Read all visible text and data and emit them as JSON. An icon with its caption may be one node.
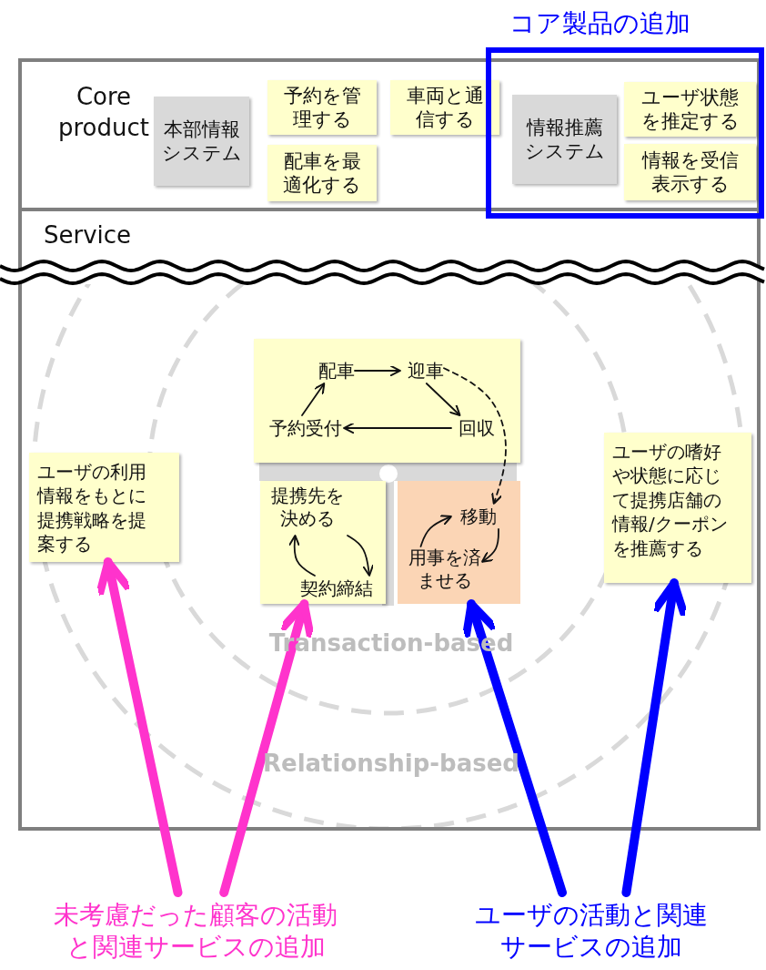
{
  "diagram": {
    "nodes": [
      {
        "text": [
          "Core product"
        ]
      },
      {
        "text": [
          "Service"
        ]
      },
      {
        "text": [
          "本部情報システム"
        ],
        "in": 0
      },
      {
        "text": [
          "予約を管理する"
        ],
        "in": 0
      },
      {
        "text": [
          "配車を最適化する"
        ],
        "in": 0
      },
      {
        "text": [
          "車両と通信する"
        ],
        "in": 0
      },
      {
        "text": [
          "コア製品の追加"
        ]
      },
      {
        "text": [
          "情報推薦システム"
        ],
        "in": 6
      },
      {
        "text": [
          "ユーザ状態を推定する"
        ],
        "in": 6
      },
      {
        "text": [
          "情報を受信表示する"
        ],
        "in": 6
      },
      {
        "text": [],
        "shape": "box",
        "in": 1
      },
      {
        "text": [
          "配車"
        ],
        "in": 10
      },
      {
        "text": [
          "迎車"
        ],
        "in": 10
      },
      {
        "text": [
          "回収"
        ],
        "in": 10
      },
      {
        "text": [
          "予約受付"
        ],
        "in": 10
      },
      {
        "text": [],
        "shape": "box",
        "in": 1
      },
      {
        "text": [
          "提携先を決める"
        ],
        "in": 15
      },
      {
        "text": [
          "契約締結"
        ],
        "in": 15
      },
      {
        "text": [],
        "shape": "box",
        "in": 1
      },
      {
        "text": [
          "移動"
        ],
        "in": 18
      },
      {
        "text": [
          "用事を済ませる"
        ],
        "in": 18
      },
      {
        "text": [
          "ユーザの利用情報をもとに提携戦略を提案する"
        ],
        "in": 1
      },
      {
        "text": [
          "ユーザの嗜好や状態に応じて提携店舗の情報/クーポンを推薦する"
        ],
        "in": 1
      },
      {
        "text": [
          "未考慮だった顧客の活動と関連サービスの追加"
        ]
      },
      {
        "text": [
          "ユーザの活動と関連サービスの追加"
        ]
      }
    ],
    "edges": [
      {
        "from": 11,
        "to": 12,
        "arrow": "to"
      },
      {
        "from": 12,
        "to": 13,
        "arrow": "to"
      },
      {
        "from": 13,
        "to": 14,
        "arrow": "to"
      },
      {
        "from": 14,
        "to": 11,
        "arrow": "to"
      },
      {
        "from": 12,
        "to": 19,
        "arrow": "to",
        "style": "dashed"
      },
      {
        "from": 16,
        "to": 17,
        "arrow": "to"
      },
      {
        "from": 17,
        "to": 16,
        "arrow": "to"
      },
      {
        "from": 19,
        "to": 20,
        "arrow": "to"
      },
      {
        "from": 20,
        "to": 19,
        "arrow": "to"
      },
      {
        "from": 23,
        "to": 21,
        "arrow": "to",
        "style": "thick",
        "color": "#ff33cc"
      },
      {
        "from": 23,
        "to": 15,
        "arrow": "to",
        "style": "thick",
        "color": "#ff33cc"
      },
      {
        "from": 24,
        "to": 18,
        "arrow": "to",
        "style": "thick",
        "color": "#0000ff"
      },
      {
        "from": 24,
        "to": 22,
        "arrow": "to",
        "style": "thick",
        "color": "#0000ff"
      }
    ],
    "labels": [
      "Transaction-based",
      "Relationship-based"
    ]
  }
}
